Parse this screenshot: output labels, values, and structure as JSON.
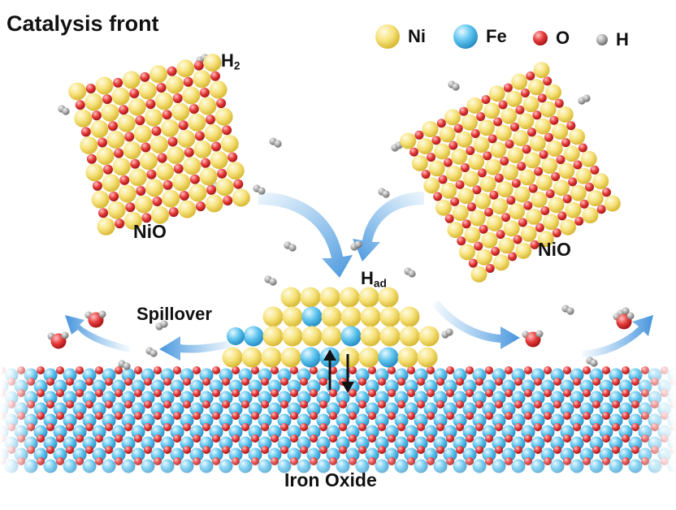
{
  "title": "Catalysis front",
  "legend": [
    {
      "label": "Ni",
      "color": "#f6e27a"
    },
    {
      "label": "Fe",
      "color": "#5cc4ee"
    },
    {
      "label": "O",
      "color": "#e53a3a"
    },
    {
      "label": "H",
      "color": "#9a9a9a"
    }
  ],
  "labels": {
    "h2_main": "H",
    "h2_sub": "2",
    "had_main": "H",
    "had_sub": "ad",
    "nio_left": "NiO",
    "nio_right": "NiO",
    "spillover": "Spillover",
    "substrate": "Iron Oxide"
  },
  "colors": {
    "ni": "#f6e27a",
    "fe": "#5cc4ee",
    "o": "#e53a3a",
    "h": "#9a9a9a",
    "arrow": "#5aa9e6"
  }
}
